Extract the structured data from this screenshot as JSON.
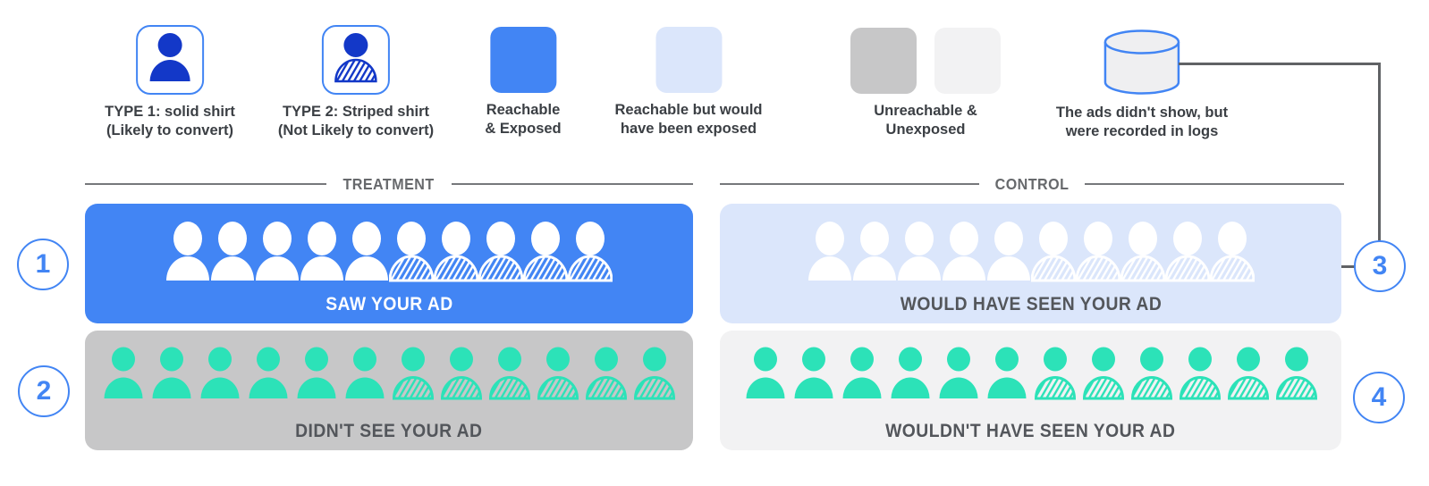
{
  "colors": {
    "primary_blue": "#4285F4",
    "light_blue": "#DBE6FB",
    "gray": "#C7C7C8",
    "light_gray": "#F2F2F3",
    "teal": "#2CE2B8",
    "white": "#FFFFFF",
    "dark_blue_person": "#1338C8",
    "cylinder_fill": "#EFEFF1",
    "text_dark": "#3B3F44",
    "header_gray": "#67696C",
    "header_line": "#76787B",
    "connector_gray": "#606265"
  },
  "legend": {
    "items": [
      {
        "icon": "person-solid",
        "line1": "TYPE 1: solid shirt",
        "line2": "(Likely to convert)"
      },
      {
        "icon": "person-striped",
        "line1": "TYPE 2: Striped shirt",
        "line2": "(Not Likely to convert)"
      },
      {
        "icon": "blue-square",
        "line1": "Reachable",
        "line2": "& Exposed"
      },
      {
        "icon": "lightblue-square",
        "line1": "Reachable but would",
        "line2": "have been exposed"
      },
      {
        "icon": "gray-squares",
        "line1": "Unreachable &",
        "line2": "Unexposed"
      },
      {
        "icon": "database",
        "line1": "The ads didn't show, but",
        "line2": "were recorded in logs"
      }
    ]
  },
  "sections": {
    "treatment_label": "TREATMENT",
    "control_label": "CONTROL"
  },
  "groups": [
    {
      "badge": "1",
      "label": "SAW YOUR AD",
      "people": {
        "solid": 5,
        "striped": 5
      },
      "person_color": "white"
    },
    {
      "badge": "2",
      "label": "DIDN'T SEE YOUR AD",
      "people": {
        "solid": 6,
        "striped": 6
      },
      "person_color": "teal"
    },
    {
      "badge": "3",
      "label": "WOULD HAVE SEEN YOUR AD",
      "people": {
        "solid": 5,
        "striped": 5
      },
      "person_color": "white"
    },
    {
      "badge": "4",
      "label": "WOULDN'T HAVE SEEN YOUR AD",
      "people": {
        "solid": 6,
        "striped": 6
      },
      "person_color": "teal"
    }
  ]
}
